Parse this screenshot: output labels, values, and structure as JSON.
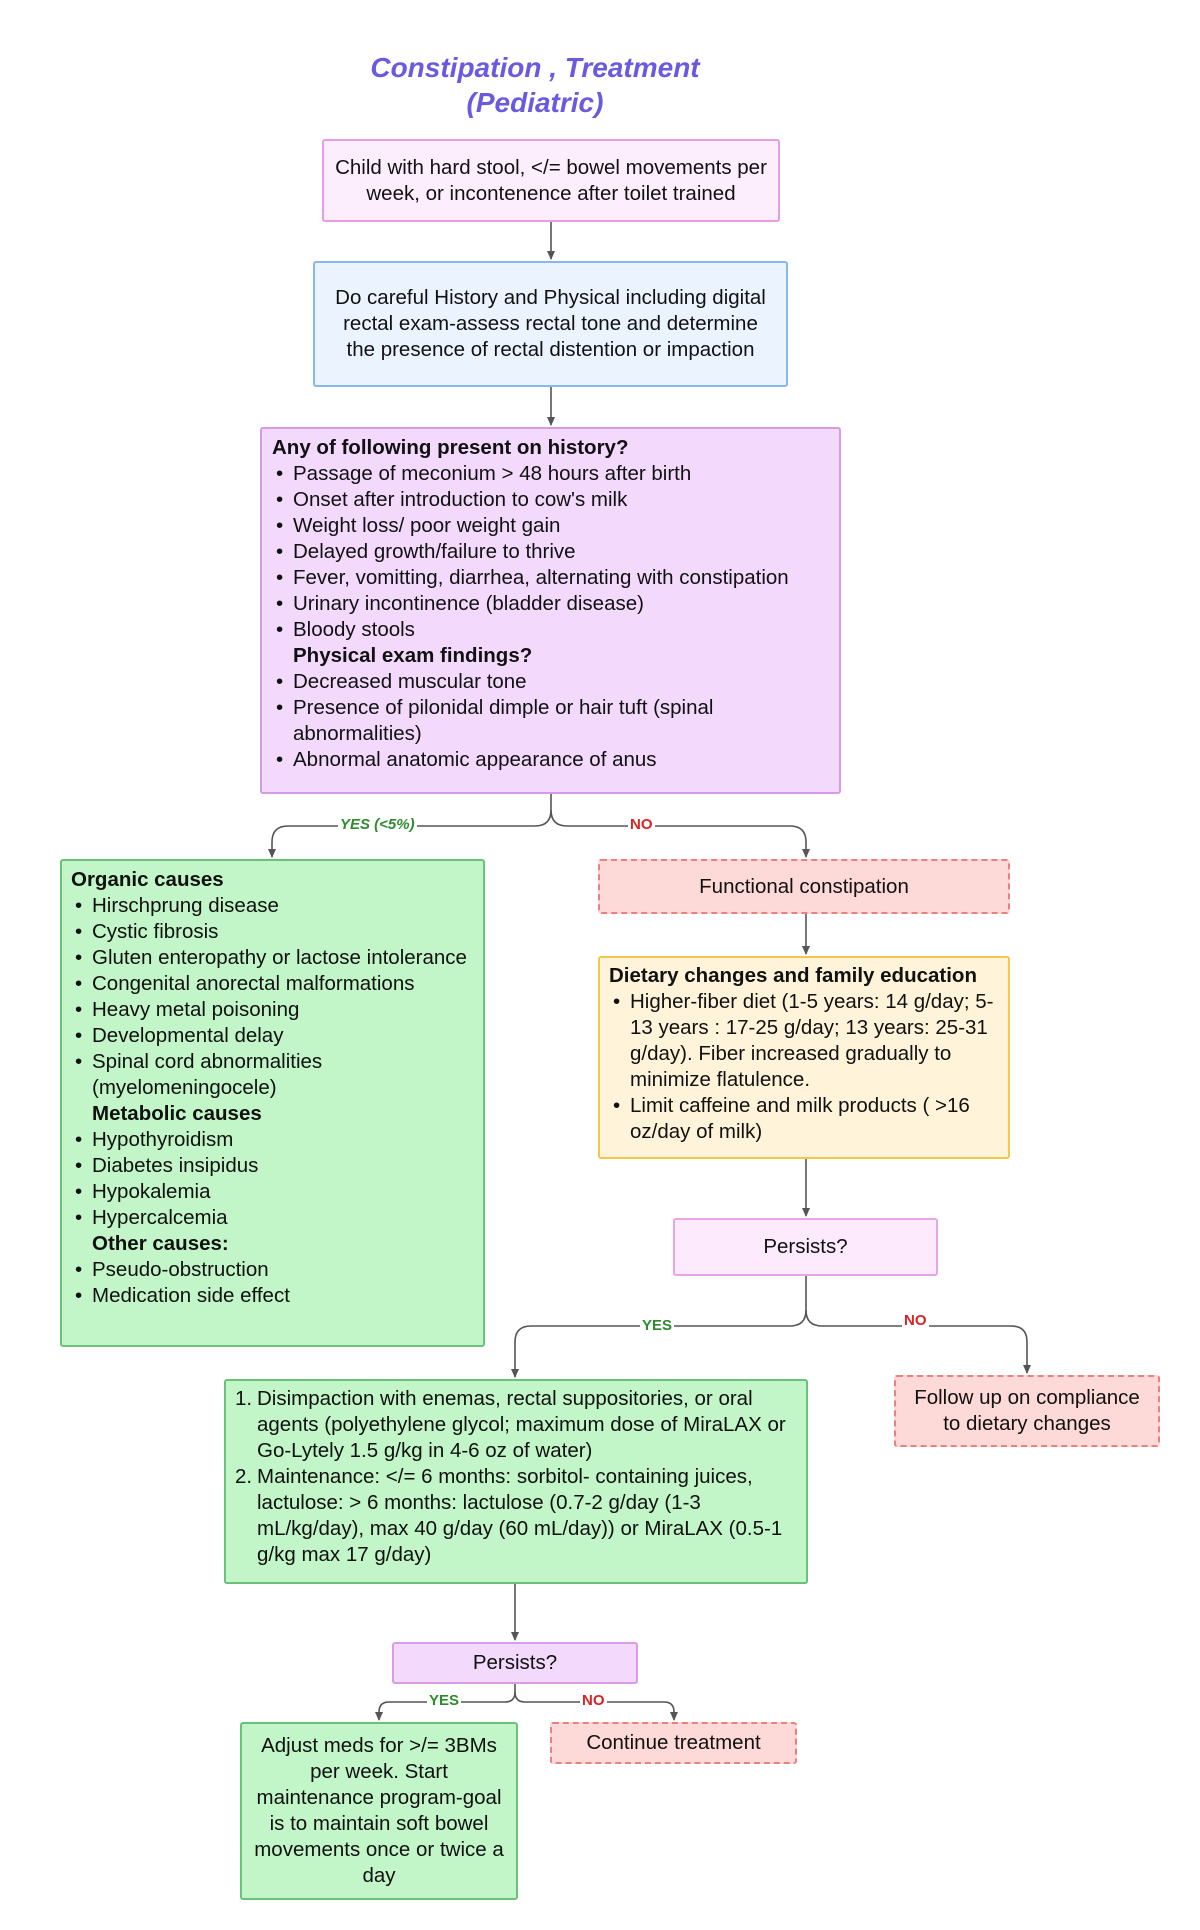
{
  "title": {
    "line1": "Constipation , Treatment",
    "line2": "(Pediatric)"
  },
  "nodes": {
    "start": "Child with hard stool, </= bowel movements per week, or incontenence after toilet trained",
    "history": "Do careful History and Physical including digital rectal exam-assess rectal tone and determine the presence of rectal distention or impaction",
    "screen": {
      "heading": "Any of following present on history?",
      "history_items": [
        "Passage of meconium > 48 hours after birth",
        "Onset after introduction to cow's milk",
        "Weight loss/ poor weight gain",
        "Delayed growth/failure to thrive",
        "Fever, vomitting, diarrhea, alternating with constipation",
        "Urinary incontinence (bladder disease)",
        "Bloody stools"
      ],
      "exam_heading": "Physical exam findings?",
      "exam_items": [
        "Decreased muscular tone",
        "Presence of pilonidal dimple or hair tuft  (spinal abnormalities)",
        "Abnormal anatomic appearance of anus"
      ]
    },
    "organic": {
      "heading": "Organic causes",
      "items": [
        "Hirschprung disease",
        "Cystic fibrosis",
        "Gluten enteropathy or lactose intolerance",
        "Congenital anorectal malformations",
        "Heavy metal poisoning",
        "Developmental delay",
        "Spinal cord abnormalities (myelomeningocele)"
      ],
      "metabolic_heading": "Metabolic causes",
      "metabolic_items": [
        "Hypothyroidism",
        "Diabetes insipidus",
        "Hypokalemia",
        "Hypercalcemia"
      ],
      "other_heading": "Other causes:",
      "other_items": [
        "Pseudo-obstruction",
        "Medication side effect"
      ]
    },
    "functional": "Functional constipation",
    "dietary": {
      "heading": "Dietary changes and family education",
      "items": [
        "Higher-fiber diet (1-5 years: 14 g/day; 5-13 years : 17-25 g/day; 13 years: 25-31 g/day). Fiber increased gradually to minimize flatulence.",
        "Limit caffeine and milk products ( >16 oz/day of milk)"
      ]
    },
    "persists1": "Persists?",
    "treatment": {
      "items": [
        {
          "num": "1.",
          "text": "Disimpaction with enemas, rectal suppositories, or oral agents (polyethylene glycol; maximum dose of MiraLAX or Go-Lytely 1.5 g/kg in 4-6 oz of water)"
        },
        {
          "num": "2.",
          "text": "Maintenance: </= 6 months: sorbitol- containing juices, lactulose: > 6 months: lactulose (0.7-2 g/day (1-3 mL/kg/day), max 40 g/day (60 mL/day)) or MiraLAX (0.5-1 g/kg max 17 g/day)"
        }
      ]
    },
    "followup": "Follow up on compliance to dietary changes",
    "persists2": "Persists?",
    "adjust": "Adjust meds for >/= 3BMs per week. Start maintenance program-goal is to maintain soft bowel movements once or twice a day",
    "continue": "Continue treatment"
  },
  "edges": {
    "yes_organic": "YES (<5%)",
    "no_functional": "NO",
    "yes_treatment": "YES",
    "no_followup": "NO",
    "yes_adjust": "YES",
    "no_continue": "NO"
  },
  "colors": {
    "title": "#6a5ae0",
    "yes_label": "#2e8b2e",
    "no_label": "#d62424",
    "connector": "#555555"
  }
}
